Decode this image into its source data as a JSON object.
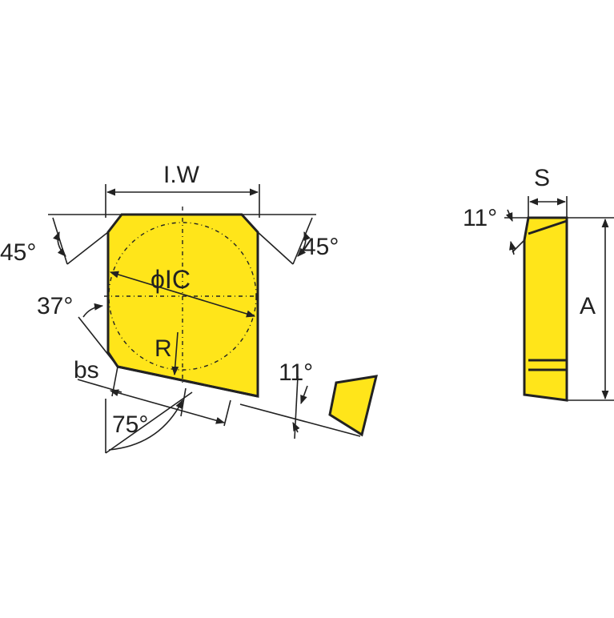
{
  "colors": {
    "insert_fill": "#FFE51A",
    "outline": "#222222",
    "background": "#ffffff"
  },
  "labels": {
    "iw": "I.W",
    "ic": "ϕIC",
    "r": "R",
    "bs": "bs",
    "angle_45_left": "45°",
    "angle_45_right": "45°",
    "angle_37": "37°",
    "angle_75": "75°",
    "angle_11_clearance": "11°",
    "angle_11_side": "11°",
    "s": "S",
    "a": "A"
  }
}
